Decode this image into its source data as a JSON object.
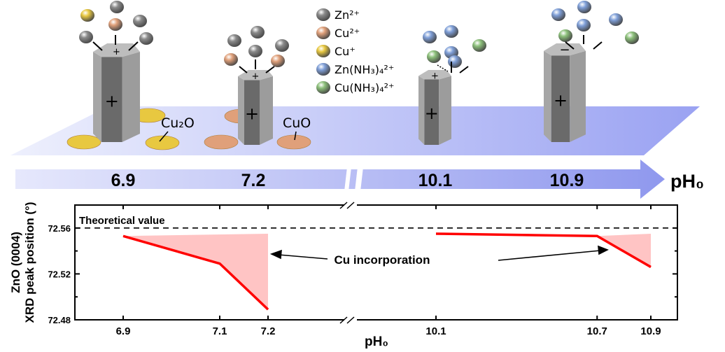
{
  "schematic": {
    "legend": [
      {
        "label": "Zn²⁺",
        "color": "#8a8a8a"
      },
      {
        "label": "Cu²⁺",
        "color": "#e0a07a"
      },
      {
        "label": "Cu⁺",
        "color": "#e8c840"
      },
      {
        "label": "Zn(NH₃)₄²⁺",
        "color": "#7f9fd8"
      },
      {
        "label": "Cu(NH₃)₄²⁺",
        "color": "#8cc07a"
      }
    ],
    "precipitates": [
      "Cu₂O",
      "CuO"
    ],
    "ph_values": [
      "6.9",
      "7.2",
      "10.1",
      "10.9"
    ],
    "ph_axis_label": "pH₀",
    "rod_charges": {
      "side": "+",
      "top_positive": "+",
      "top_negative": "−"
    }
  },
  "chart_data": {
    "type": "line",
    "xlabel": "pH₀",
    "ylabel_lines": [
      "ZnO (0004)",
      "XRD peak position (°)"
    ],
    "ylim": [
      72.48,
      72.58
    ],
    "yticks": [
      "72.48",
      "72.52",
      "72.56"
    ],
    "broken_x_axis": true,
    "segments": [
      {
        "xlim": [
          6.8,
          7.36
        ],
        "xticks": [
          "6.9",
          "7.1",
          "7.2"
        ],
        "x": [
          6.9,
          7.1,
          7.2
        ],
        "y": [
          72.553,
          72.529,
          72.489
        ]
      },
      {
        "xlim": [
          9.8,
          11.0
        ],
        "xticks": [
          "10.1",
          "10.7",
          "10.9"
        ],
        "x": [
          10.1,
          10.7,
          10.9
        ],
        "y": [
          72.555,
          72.553,
          72.526
        ]
      }
    ],
    "reference_line": {
      "label": "Theoretical value",
      "y": 72.56
    },
    "shade_top": 72.555,
    "shaded_regions": [
      [
        6.9,
        7.2
      ],
      [
        10.7,
        10.9
      ]
    ],
    "annotation": "Cu incorporation",
    "line_color": "#ff0000",
    "shade_color": "#ffc4c4"
  }
}
